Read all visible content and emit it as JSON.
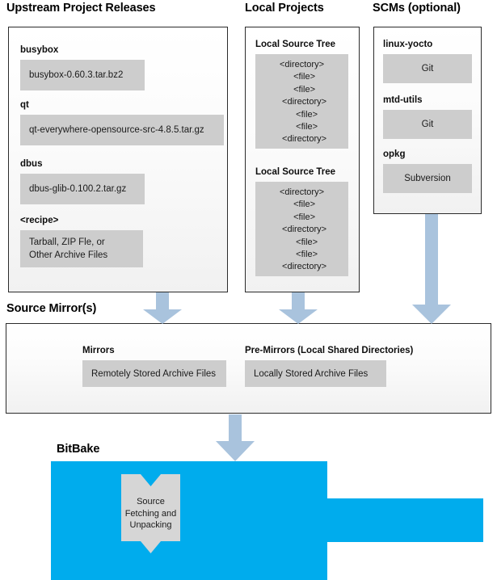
{
  "sections": {
    "upstream": {
      "title": "Upstream Project Releases",
      "items": [
        {
          "label": "busybox",
          "value": "busybox-0.60.3.tar.bz2"
        },
        {
          "label": "qt",
          "value": "qt-everywhere-opensource-src-4.8.5.tar.gz"
        },
        {
          "label": "dbus",
          "value": "dbus-glib-0.100.2.tar.gz"
        },
        {
          "label": "<recipe>",
          "value_line1": "Tarball, ZIP Fle, or",
          "value_line2": "Other Archive Files"
        }
      ]
    },
    "local_projects": {
      "title": "Local Projects",
      "trees": [
        {
          "label": "Local Source Tree",
          "nodes": [
            "<directory>",
            "  <file>",
            "  <file>",
            "  <directory>",
            "    <file>",
            "    <file>",
            "  <directory>"
          ]
        },
        {
          "label": "Local Source Tree",
          "nodes": [
            "<directory>",
            "  <file>",
            "  <file>",
            "  <directory>",
            "    <file>",
            "    <file>",
            "  <directory>"
          ]
        }
      ]
    },
    "scms": {
      "title": "SCMs (optional)",
      "items": [
        {
          "label": "linux-yocto",
          "value": "Git"
        },
        {
          "label": "mtd-utils",
          "value": "Git"
        },
        {
          "label": "opkg",
          "value": "Subversion"
        }
      ]
    },
    "source_mirrors": {
      "title": "Source Mirror(s)",
      "items": [
        {
          "label": "Mirrors",
          "value": "Remotely Stored Archive Files"
        },
        {
          "label": "Pre-Mirrors (Local Shared Directories)",
          "value": "Locally Stored Archive Files"
        }
      ]
    },
    "bitbake": {
      "title": "BitBake",
      "card": {
        "line1": "Source",
        "line2": "Fetching and",
        "line3": "Unpacking"
      }
    }
  },
  "colors": {
    "arrow": "#a9c3dd",
    "bitbake_blue": "#00aced",
    "gray_box": "#cdcdcd",
    "panel_border": "#2b2b2b"
  }
}
